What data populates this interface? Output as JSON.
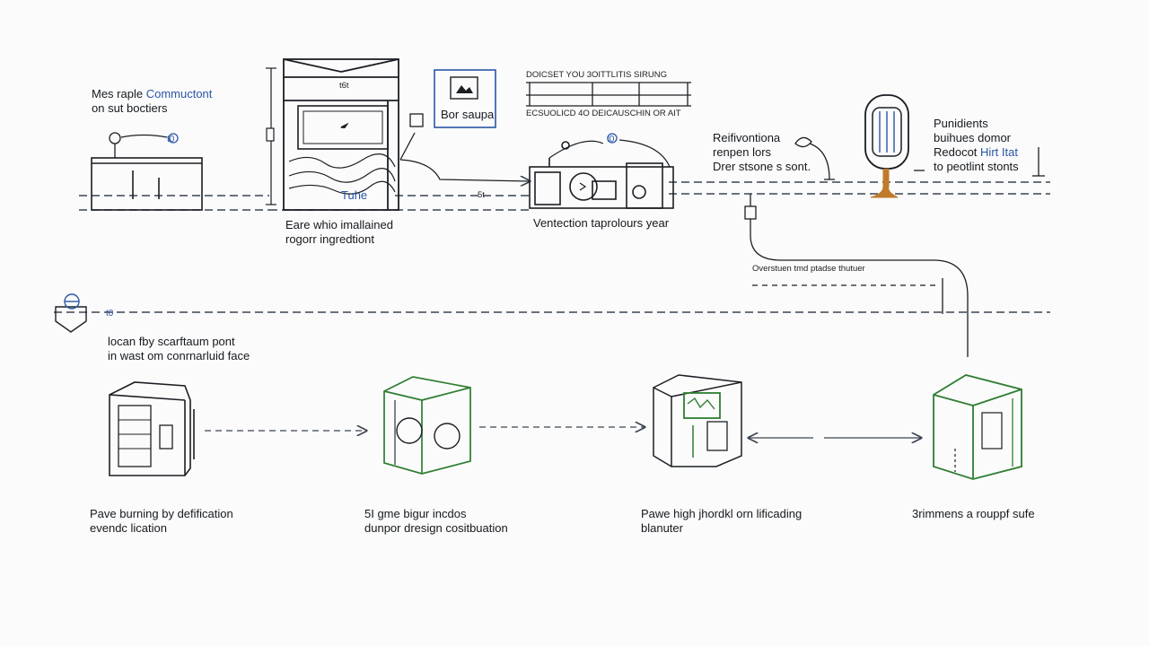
{
  "colors": {
    "ink": "#1b1f24",
    "accent_blue": "#2a56a6",
    "accent_green": "#2e7d32",
    "accent_orange": "#c07a2c",
    "dashed_line": "#3a4552"
  },
  "top_row": {
    "intro": {
      "line1_plain": "Mes raple ",
      "line1_accent": "Commuctont",
      "line2": "on sut boctiers"
    },
    "machine_caption": {
      "line1": "Eare whio imallained",
      "line2": "rogorr ingredtiont"
    },
    "machine_top_mark": "t6t",
    "machine_floor_mark": "Tuhe",
    "badge_label": "Bor saupa",
    "strip_header": "DOICSET YOU 3OITTLITIS SIRUNG",
    "strip_footer": "ECSUOLICD 4O DEICAUSCHIN OR AIT",
    "station_caption": "Ventection taprolours year",
    "recovery_label": {
      "line1": "Reifivontiona",
      "line2": "renpen lors",
      "line3": "Drer stsone s sont."
    },
    "right_label": {
      "line1": "Punidients",
      "line2": "buihues domor",
      "line3_plain": "Redocot ",
      "line3_accent": "Hirt Itat",
      "line4": "to peotlint stonts"
    },
    "line_mark": "5t",
    "badge_marks": [
      "t0",
      "t0"
    ]
  },
  "middle": {
    "note_small": "Overstuen tmd ptadse thutuer",
    "left_label": {
      "line1": "locan fby scarftaum pont",
      "line2": "in wast om conrnarluid face"
    },
    "left_mark": "t0"
  },
  "bottom_row": {
    "step1": {
      "line1": "Pave burning by defification",
      "line2": "evendc lication"
    },
    "step2": {
      "line1": "5I gme bigur incdos",
      "line2": "dunpor dresign cositbuation"
    },
    "step3": {
      "line1": "Pawe high jhordkl orn lificading",
      "line2": "blanuter"
    },
    "step4": {
      "line1": "3rimmens a rouppf sufe"
    }
  }
}
